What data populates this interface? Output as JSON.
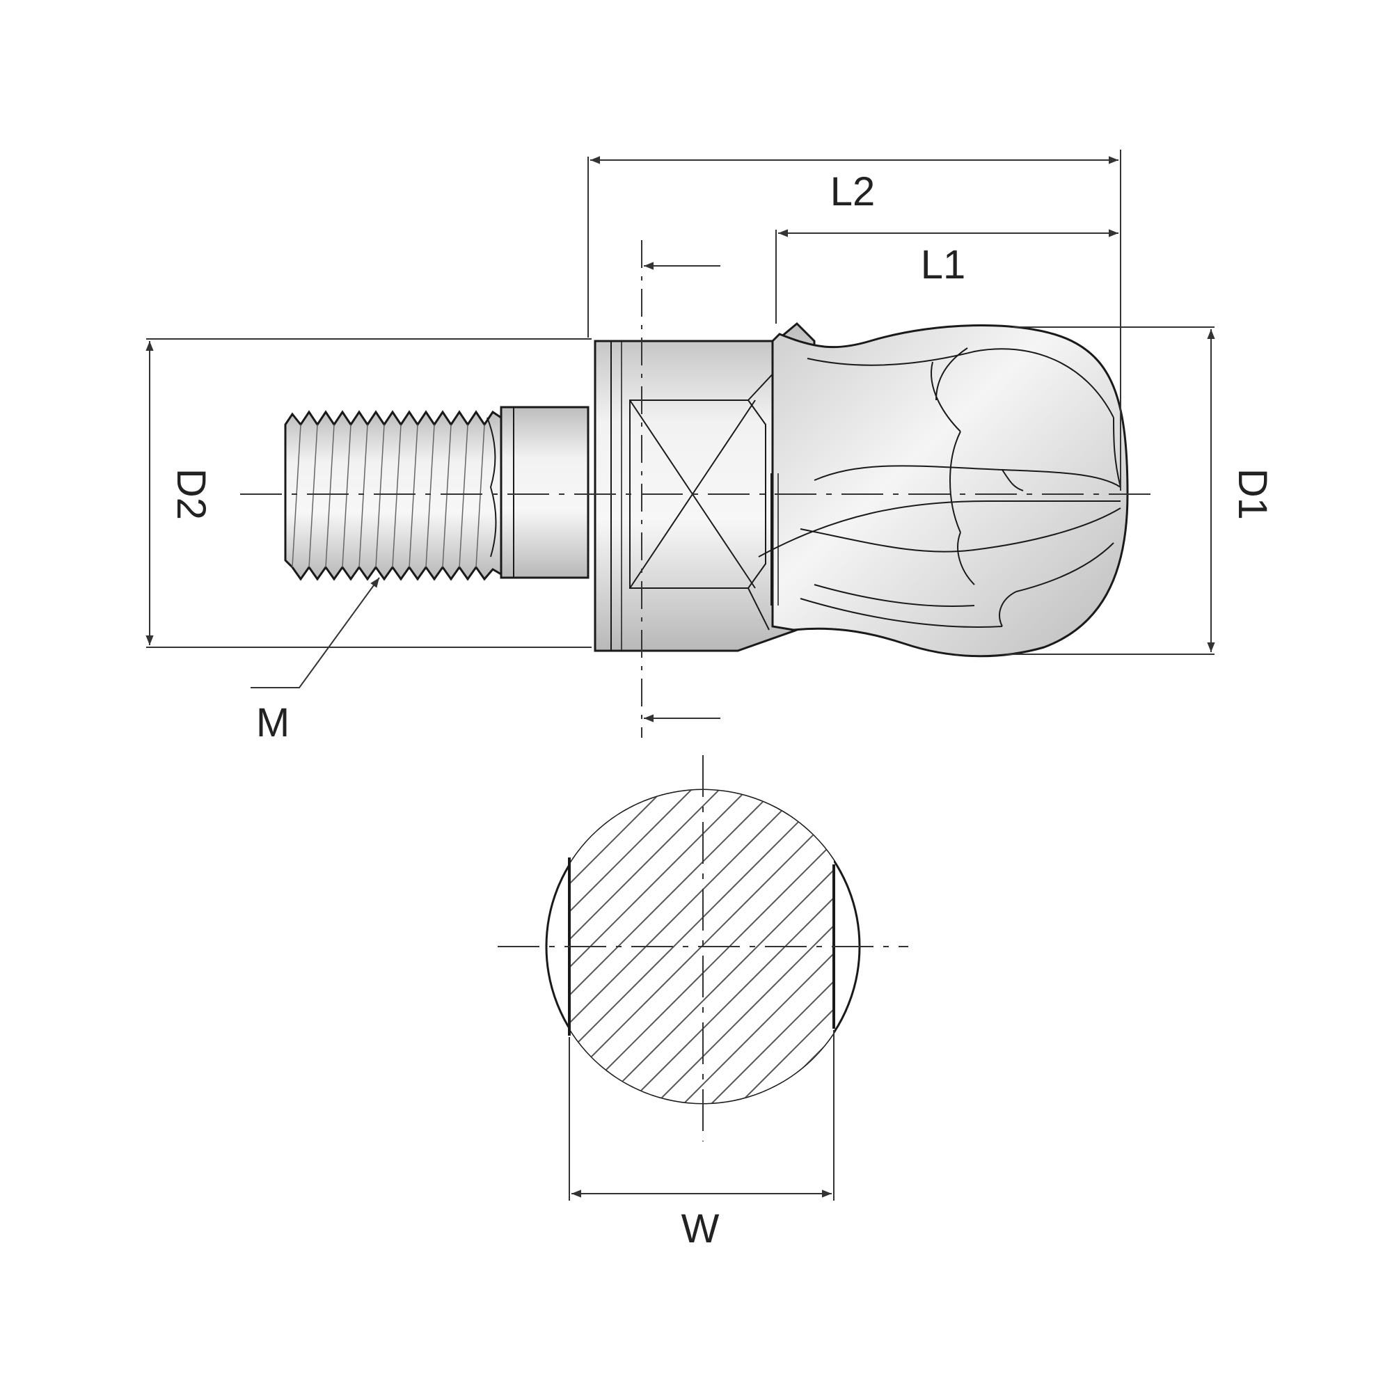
{
  "drawing": {
    "labels": {
      "l2": "L2",
      "l1": "L1",
      "d1": "D1",
      "d2": "D2",
      "m": "M",
      "w": "W"
    },
    "colors": {
      "line": "#333333",
      "outline": "#1a1a1a",
      "body_light": "#f4f4f4",
      "body_dark": "#c8c8c8",
      "hatch": "#555555"
    }
  }
}
